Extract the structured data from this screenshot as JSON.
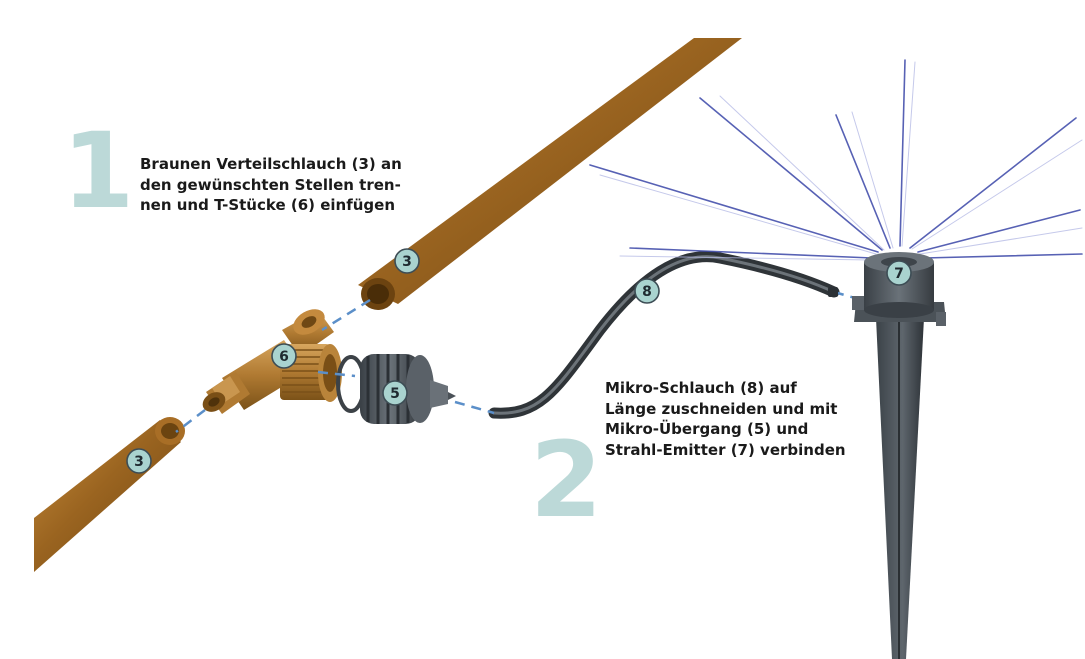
{
  "steps": [
    {
      "number": "1",
      "text": "Braunen Verteilschlauch (3) an\nden gewünschten Stellen tren-\nnen und T-Stücke (6) einfügen"
    },
    {
      "number": "2",
      "text": "Mikro-Schlauch (8) auf\nLänge zuschneiden und mit\nMikro-Übergang (5) und\nStrahl-Emitter (7) verbinden"
    }
  ],
  "callouts": {
    "hose_upper": "3",
    "hose_lower": "3",
    "tee": "6",
    "adapter": "5",
    "micro_hose": "8",
    "emitter": "7"
  },
  "colors": {
    "step_number": "#bcd9d8",
    "callout_fill": "#a9d3cf",
    "callout_stroke": "#3d4d55",
    "dash_line": "#5b8fc9",
    "brown_hose": "#9a6420",
    "dark_plastic": "#4a5157",
    "spray": "#3a46a8"
  }
}
